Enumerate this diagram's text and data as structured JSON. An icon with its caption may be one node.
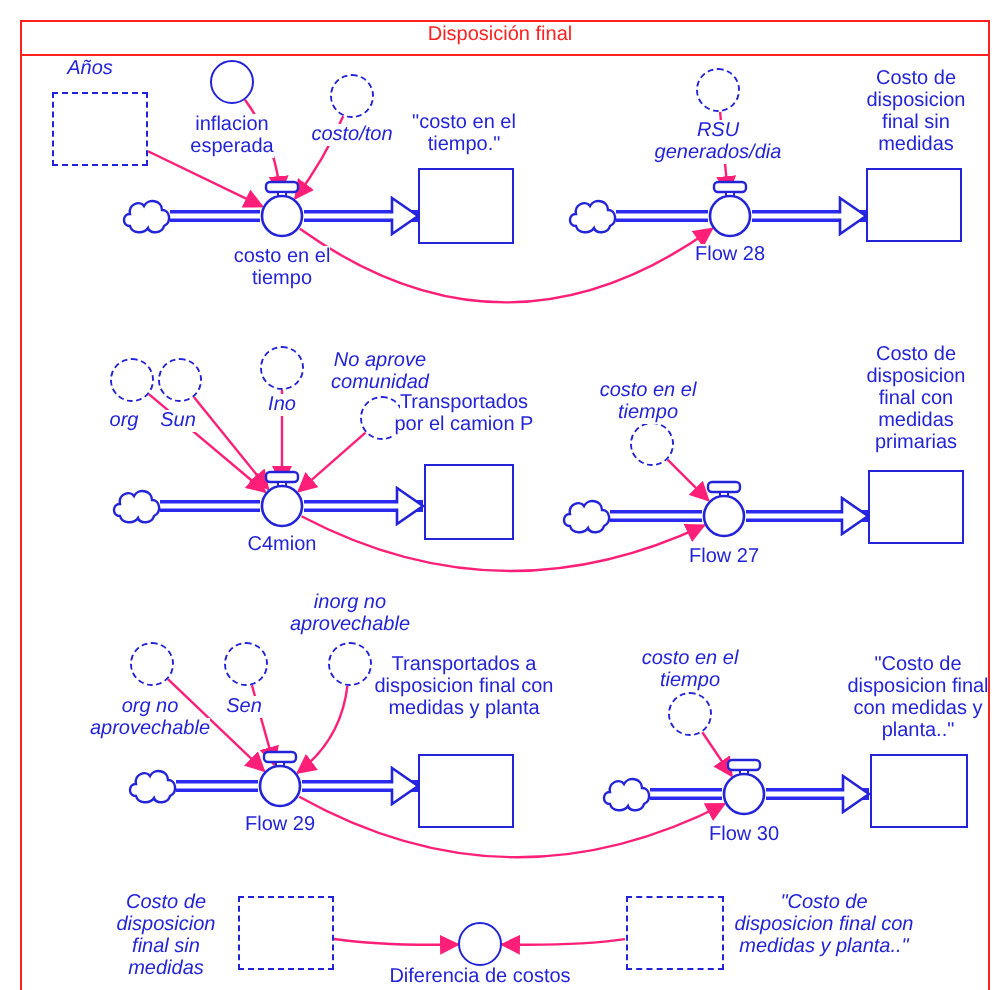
{
  "diagram": {
    "title": "Disposición final",
    "nodes": [
      {
        "text": [
          "Años"
        ]
      },
      {
        "text": [
          "inflacion esperada"
        ]
      },
      {
        "text": [
          "costo/ton"
        ]
      },
      {
        "text": [],
        "shape": "cloud"
      },
      {
        "text": [
          "costo en el tiempo"
        ]
      },
      {
        "text": [
          "\"costo en el tiempo.\""
        ]
      },
      {
        "text": [
          "RSU generados/dia"
        ]
      },
      {
        "text": [],
        "shape": "cloud"
      },
      {
        "text": [
          "Flow 28"
        ]
      },
      {
        "text": [
          "Costo de disposicion final sin medidas"
        ]
      },
      {
        "text": [
          "org"
        ]
      },
      {
        "text": [
          "Sun"
        ]
      },
      {
        "text": [
          "Ino"
        ]
      },
      {
        "text": [
          "No aprove comunidad"
        ]
      },
      {
        "text": [],
        "shape": "cloud"
      },
      {
        "text": [
          "C4mion"
        ]
      },
      {
        "text": [
          "Transportados por el camion P"
        ]
      },
      {
        "text": [
          "costo en el tiempo"
        ]
      },
      {
        "text": [],
        "shape": "cloud"
      },
      {
        "text": [
          "Flow 27"
        ]
      },
      {
        "text": [
          "Costo de disposicion final con medidas primarias"
        ]
      },
      {
        "text": [
          "org no aprovechable"
        ]
      },
      {
        "text": [
          "Sen"
        ]
      },
      {
        "text": [
          "inorg no aprovechable"
        ]
      },
      {
        "text": [],
        "shape": "cloud"
      },
      {
        "text": [
          "Flow 29"
        ]
      },
      {
        "text": [
          "Transportados a disposicion final con medidas y planta"
        ]
      },
      {
        "text": [
          "costo en el tiempo"
        ]
      },
      {
        "text": [],
        "shape": "cloud"
      },
      {
        "text": [
          "Flow 30"
        ]
      },
      {
        "text": [
          "\"Costo de disposicion final con medidas y planta..\""
        ]
      },
      {
        "text": [
          "Costo de disposicion final sin medidas"
        ]
      },
      {
        "text": [
          "Diferencia de costos"
        ]
      },
      {
        "text": [
          "\"Costo de disposicion final con medidas y planta..\""
        ]
      }
    ],
    "edges": [
      {
        "from": 3,
        "to": 4,
        "arrow": "none",
        "style": "thick",
        "color": "#2a2aee"
      },
      {
        "from": 4,
        "to": 5,
        "arrow": "to",
        "style": "thick",
        "color": "#2a2aee"
      },
      {
        "from": 0,
        "to": 4,
        "arrow": "to"
      },
      {
        "from": 1,
        "to": 4,
        "arrow": "to"
      },
      {
        "from": 2,
        "to": 4,
        "arrow": "to"
      },
      {
        "from": 7,
        "to": 8,
        "arrow": "none",
        "style": "thick",
        "color": "#2a2aee"
      },
      {
        "from": 8,
        "to": 9,
        "arrow": "to",
        "style": "thick",
        "color": "#2a2aee"
      },
      {
        "from": 6,
        "to": 8,
        "arrow": "to"
      },
      {
        "from": 4,
        "to": 8,
        "arrow": "to"
      },
      {
        "from": 14,
        "to": 15,
        "arrow": "none",
        "style": "thick",
        "color": "#2a2aee"
      },
      {
        "from": 15,
        "to": 16,
        "arrow": "to",
        "style": "thick",
        "color": "#2a2aee"
      },
      {
        "from": 10,
        "to": 15,
        "arrow": "to"
      },
      {
        "from": 11,
        "to": 15,
        "arrow": "to"
      },
      {
        "from": 12,
        "to": 15,
        "arrow": "to"
      },
      {
        "from": 13,
        "to": 15,
        "arrow": "to"
      },
      {
        "from": 18,
        "to": 19,
        "arrow": "none",
        "style": "thick",
        "color": "#2a2aee"
      },
      {
        "from": 19,
        "to": 20,
        "arrow": "to",
        "style": "thick",
        "color": "#2a2aee"
      },
      {
        "from": 17,
        "to": 19,
        "arrow": "to"
      },
      {
        "from": 15,
        "to": 19,
        "arrow": "to"
      },
      {
        "from": 24,
        "to": 25,
        "arrow": "none",
        "style": "thick",
        "color": "#2a2aee"
      },
      {
        "from": 25,
        "to": 26,
        "arrow": "to",
        "style": "thick",
        "color": "#2a2aee"
      },
      {
        "from": 21,
        "to": 25,
        "arrow": "to"
      },
      {
        "from": 22,
        "to": 25,
        "arrow": "to"
      },
      {
        "from": 23,
        "to": 25,
        "arrow": "to"
      },
      {
        "from": 28,
        "to": 29,
        "arrow": "none",
        "style": "thick",
        "color": "#2a2aee"
      },
      {
        "from": 29,
        "to": 30,
        "arrow": "to",
        "style": "thick",
        "color": "#2a2aee"
      },
      {
        "from": 27,
        "to": 29,
        "arrow": "to"
      },
      {
        "from": 25,
        "to": 29,
        "arrow": "to"
      },
      {
        "from": 31,
        "to": 32,
        "arrow": "to"
      },
      {
        "from": 33,
        "to": 32,
        "arrow": "to"
      }
    ]
  }
}
